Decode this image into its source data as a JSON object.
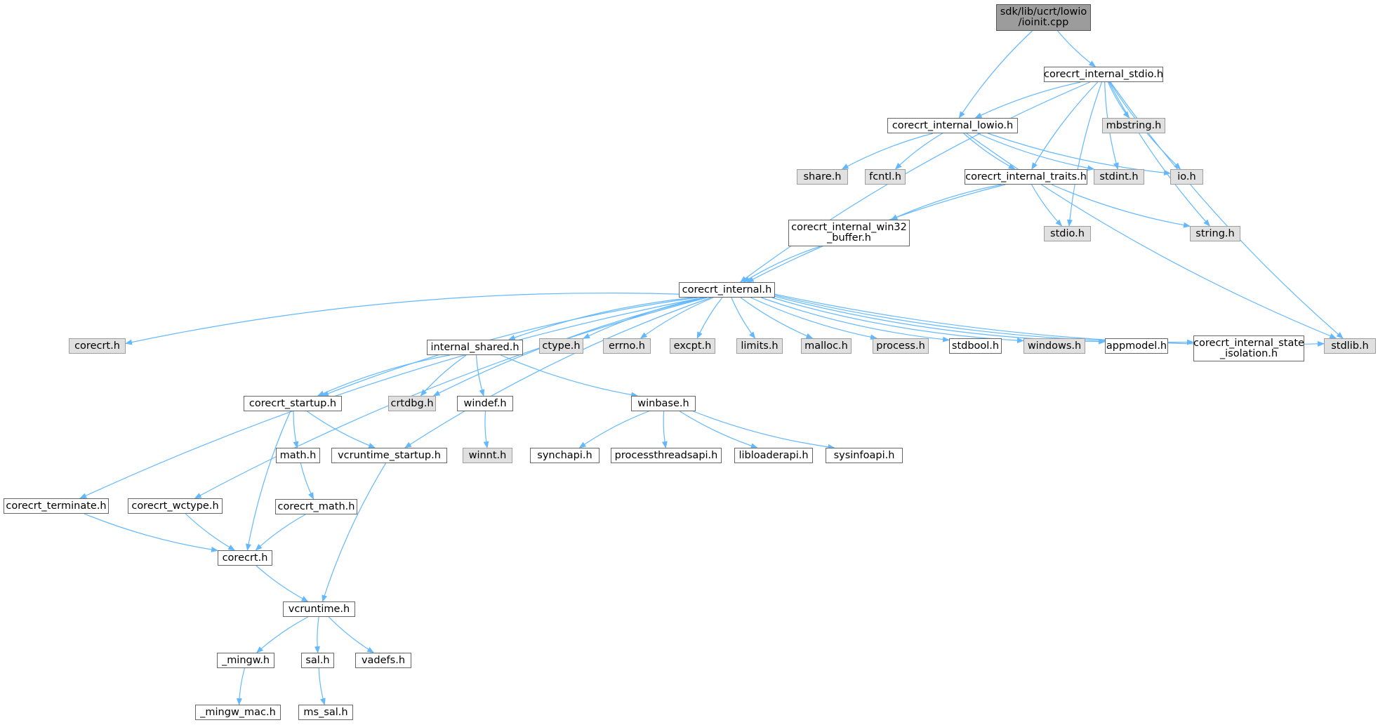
{
  "colors": {
    "edge": "#63b8ff",
    "root_fill": "#9c9c9c",
    "external_fill": "#e0e0e0",
    "node_border": "#666666"
  },
  "nodes": [
    {
      "id": "ioinit",
      "label": "sdk/lib/ucrt/lowio\n/ioinit.cpp",
      "kind": "root"
    },
    {
      "id": "stdio_int",
      "label": "corecrt_internal_stdio.h",
      "kind": "file"
    },
    {
      "id": "lowio",
      "label": "corecrt_internal_lowio.h",
      "kind": "file"
    },
    {
      "id": "mbstring",
      "label": "mbstring.h",
      "kind": "external"
    },
    {
      "id": "share",
      "label": "share.h",
      "kind": "external"
    },
    {
      "id": "fcntl",
      "label": "fcntl.h",
      "kind": "external"
    },
    {
      "id": "traits",
      "label": "corecrt_internal_traits.h",
      "kind": "file"
    },
    {
      "id": "stdint",
      "label": "stdint.h",
      "kind": "external"
    },
    {
      "id": "io",
      "label": "io.h",
      "kind": "external"
    },
    {
      "id": "win32buf",
      "label": "corecrt_internal_win32\n_buffer.h",
      "kind": "file"
    },
    {
      "id": "stdio",
      "label": "stdio.h",
      "kind": "external"
    },
    {
      "id": "string",
      "label": "string.h",
      "kind": "external"
    },
    {
      "id": "internal",
      "label": "corecrt_internal.h",
      "kind": "file"
    },
    {
      "id": "corecrt_ext",
      "label": "corecrt.h",
      "kind": "external"
    },
    {
      "id": "shared",
      "label": "internal_shared.h",
      "kind": "file"
    },
    {
      "id": "ctype",
      "label": "ctype.h",
      "kind": "external"
    },
    {
      "id": "errno",
      "label": "errno.h",
      "kind": "external"
    },
    {
      "id": "excpt",
      "label": "excpt.h",
      "kind": "external"
    },
    {
      "id": "limits",
      "label": "limits.h",
      "kind": "external"
    },
    {
      "id": "malloc",
      "label": "malloc.h",
      "kind": "external"
    },
    {
      "id": "process",
      "label": "process.h",
      "kind": "external"
    },
    {
      "id": "stdbool",
      "label": "stdbool.h",
      "kind": "file"
    },
    {
      "id": "windows",
      "label": "windows.h",
      "kind": "external"
    },
    {
      "id": "appmodel",
      "label": "appmodel.h",
      "kind": "file"
    },
    {
      "id": "isolation",
      "label": "corecrt_internal_state\n_isolation.h",
      "kind": "file"
    },
    {
      "id": "stdlib",
      "label": "stdlib.h",
      "kind": "external"
    },
    {
      "id": "startup",
      "label": "corecrt_startup.h",
      "kind": "file"
    },
    {
      "id": "crtdbg",
      "label": "crtdbg.h",
      "kind": "external"
    },
    {
      "id": "windef",
      "label": "windef.h",
      "kind": "file"
    },
    {
      "id": "winbase",
      "label": "winbase.h",
      "kind": "file"
    },
    {
      "id": "math",
      "label": "math.h",
      "kind": "file"
    },
    {
      "id": "vcr_startup",
      "label": "vcruntime_startup.h",
      "kind": "file"
    },
    {
      "id": "winnt",
      "label": "winnt.h",
      "kind": "external"
    },
    {
      "id": "synchapi",
      "label": "synchapi.h",
      "kind": "file"
    },
    {
      "id": "procthread",
      "label": "processthreadsapi.h",
      "kind": "file"
    },
    {
      "id": "libloader",
      "label": "libloaderapi.h",
      "kind": "file"
    },
    {
      "id": "sysinfo",
      "label": "sysinfoapi.h",
      "kind": "file"
    },
    {
      "id": "terminate",
      "label": "corecrt_terminate.h",
      "kind": "file"
    },
    {
      "id": "wctype",
      "label": "corecrt_wctype.h",
      "kind": "file"
    },
    {
      "id": "cmath",
      "label": "corecrt_math.h",
      "kind": "file"
    },
    {
      "id": "corecrt",
      "label": "corecrt.h",
      "kind": "file"
    },
    {
      "id": "vcruntime",
      "label": "vcruntime.h",
      "kind": "file"
    },
    {
      "id": "mingw",
      "label": "_mingw.h",
      "kind": "file"
    },
    {
      "id": "sal",
      "label": "sal.h",
      "kind": "file"
    },
    {
      "id": "vadefs",
      "label": "vadefs.h",
      "kind": "file"
    },
    {
      "id": "mingw_mac",
      "label": "_mingw_mac.h",
      "kind": "file"
    },
    {
      "id": "ms_sal",
      "label": "ms_sal.h",
      "kind": "file"
    }
  ],
  "edges": [
    [
      "ioinit",
      "stdio_int"
    ],
    [
      "ioinit",
      "lowio"
    ],
    [
      "stdio_int",
      "lowio"
    ],
    [
      "stdio_int",
      "mbstring"
    ],
    [
      "stdio_int",
      "traits"
    ],
    [
      "stdio_int",
      "stdint"
    ],
    [
      "stdio_int",
      "io"
    ],
    [
      "stdio_int",
      "stdio"
    ],
    [
      "stdio_int",
      "string"
    ],
    [
      "stdio_int",
      "stdlib"
    ],
    [
      "stdio_int",
      "internal"
    ],
    [
      "lowio",
      "share"
    ],
    [
      "lowio",
      "fcntl"
    ],
    [
      "lowio",
      "traits"
    ],
    [
      "lowio",
      "stdint"
    ],
    [
      "lowio",
      "io"
    ],
    [
      "lowio",
      "stdlib"
    ],
    [
      "traits",
      "win32buf"
    ],
    [
      "traits",
      "internal"
    ],
    [
      "traits",
      "stdio"
    ],
    [
      "traits",
      "string"
    ],
    [
      "win32buf",
      "internal"
    ],
    [
      "internal",
      "corecrt_ext"
    ],
    [
      "internal",
      "shared"
    ],
    [
      "internal",
      "ctype"
    ],
    [
      "internal",
      "errno"
    ],
    [
      "internal",
      "excpt"
    ],
    [
      "internal",
      "limits"
    ],
    [
      "internal",
      "malloc"
    ],
    [
      "internal",
      "process"
    ],
    [
      "internal",
      "stdbool"
    ],
    [
      "internal",
      "windows"
    ],
    [
      "internal",
      "appmodel"
    ],
    [
      "internal",
      "isolation"
    ],
    [
      "internal",
      "stdlib"
    ],
    [
      "internal",
      "crtdbg"
    ],
    [
      "internal",
      "startup"
    ],
    [
      "internal",
      "vcr_startup"
    ],
    [
      "internal",
      "terminate"
    ],
    [
      "internal",
      "wctype"
    ],
    [
      "shared",
      "startup"
    ],
    [
      "shared",
      "crtdbg"
    ],
    [
      "shared",
      "windef"
    ],
    [
      "shared",
      "winbase"
    ],
    [
      "windef",
      "winnt"
    ],
    [
      "winbase",
      "synchapi"
    ],
    [
      "winbase",
      "procthread"
    ],
    [
      "winbase",
      "libloader"
    ],
    [
      "winbase",
      "sysinfo"
    ],
    [
      "startup",
      "math"
    ],
    [
      "startup",
      "vcr_startup"
    ],
    [
      "startup",
      "corecrt"
    ],
    [
      "math",
      "cmath"
    ],
    [
      "cmath",
      "corecrt"
    ],
    [
      "terminate",
      "corecrt"
    ],
    [
      "wctype",
      "corecrt"
    ],
    [
      "corecrt",
      "vcruntime"
    ],
    [
      "vcr_startup",
      "vcruntime"
    ],
    [
      "vcruntime",
      "mingw"
    ],
    [
      "vcruntime",
      "sal"
    ],
    [
      "vcruntime",
      "vadefs"
    ],
    [
      "mingw",
      "mingw_mac"
    ],
    [
      "sal",
      "ms_sal"
    ]
  ]
}
